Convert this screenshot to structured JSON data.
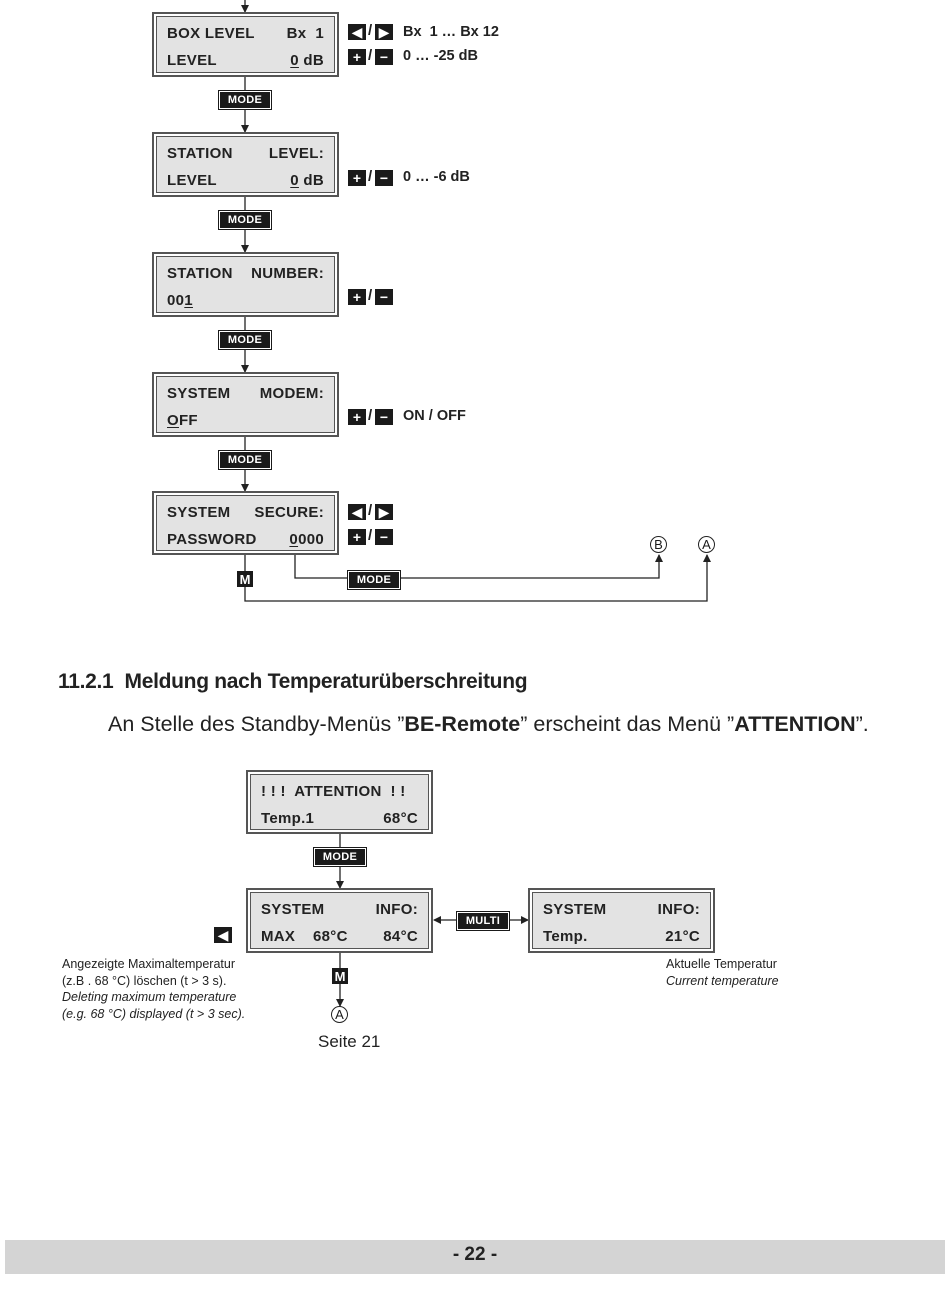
{
  "flow1": {
    "box_level": {
      "line1_left": "BOX LEVEL",
      "line1_right": "Bx  1",
      "line2_left": "LEVEL",
      "line2_value_u": "0",
      "line2_value_rest": " dB"
    },
    "box_level_notes": {
      "lr": "Bx  1 … Bx 12",
      "pm": "0 … -25 dB"
    },
    "station_level": {
      "line1_left": "STATION",
      "line1_right": "LEVEL:",
      "line2_left": "LEVEL",
      "line2_value_u": "0",
      "line2_value_rest": " dB"
    },
    "station_level_notes": {
      "pm": "0 … -6 dB"
    },
    "station_number": {
      "line1_left": "STATION",
      "line1_right": "NUMBER:",
      "line2_prefix": "00",
      "line2_value_u": "1"
    },
    "system_modem": {
      "line1_left": "SYSTEM",
      "line1_right": "MODEM:",
      "line2_value_u": "O",
      "line2_value_rest": "FF"
    },
    "system_modem_notes": {
      "pm": "ON / OFF"
    },
    "system_secure": {
      "line1_left": "SYSTEM",
      "line1_right": "SECURE:",
      "line2_left": "PASSWORD",
      "line2_value_u": "0",
      "line2_value_rest": "000"
    },
    "mode_label": "MODE",
    "m_label": "M",
    "circle_b": "B",
    "circle_a": "A"
  },
  "section": {
    "number": "11.2.1",
    "title": "Meldung nach Temperaturüberschreitung",
    "intro_pre": "An Stelle des Standby-Menüs ”",
    "intro_b1": "BE-Remote",
    "intro_mid": "” erscheint das Menü ”",
    "intro_b2": "ATTENTION",
    "intro_post": "”."
  },
  "flow2": {
    "attention": {
      "line1": "! ! !  ATTENTION  ! !",
      "line2_left": "Temp.1",
      "line2_right": "68°C"
    },
    "system_info_max": {
      "line1_left": "SYSTEM",
      "line1_right": "INFO:",
      "line2_left": "MAX",
      "line2_mid": "68°C",
      "line2_right": "84°C"
    },
    "system_info_temp": {
      "line1_left": "SYSTEM",
      "line1_right": "INFO:",
      "line2_left": "Temp.",
      "line2_right": "21°C"
    },
    "multi_label": "MULTI",
    "left_note": {
      "de1": "Angezeigte Maximaltemperatur",
      "de2": "(z.B . 68 °C) löschen (t > 3 s).",
      "en1": "Deleting maximum temperature",
      "en2": "(e.g. 68 °C) displayed (t > 3 sec)."
    },
    "right_note": {
      "de": "Aktuelle Temperatur",
      "en": "Current temperature"
    },
    "seite": "Seite 21"
  },
  "footer": {
    "page": "- 22 -"
  },
  "icons": {
    "left": "left-arrow-icon",
    "right": "right-arrow-icon",
    "plus": "plus-icon",
    "minus": "minus-icon"
  }
}
